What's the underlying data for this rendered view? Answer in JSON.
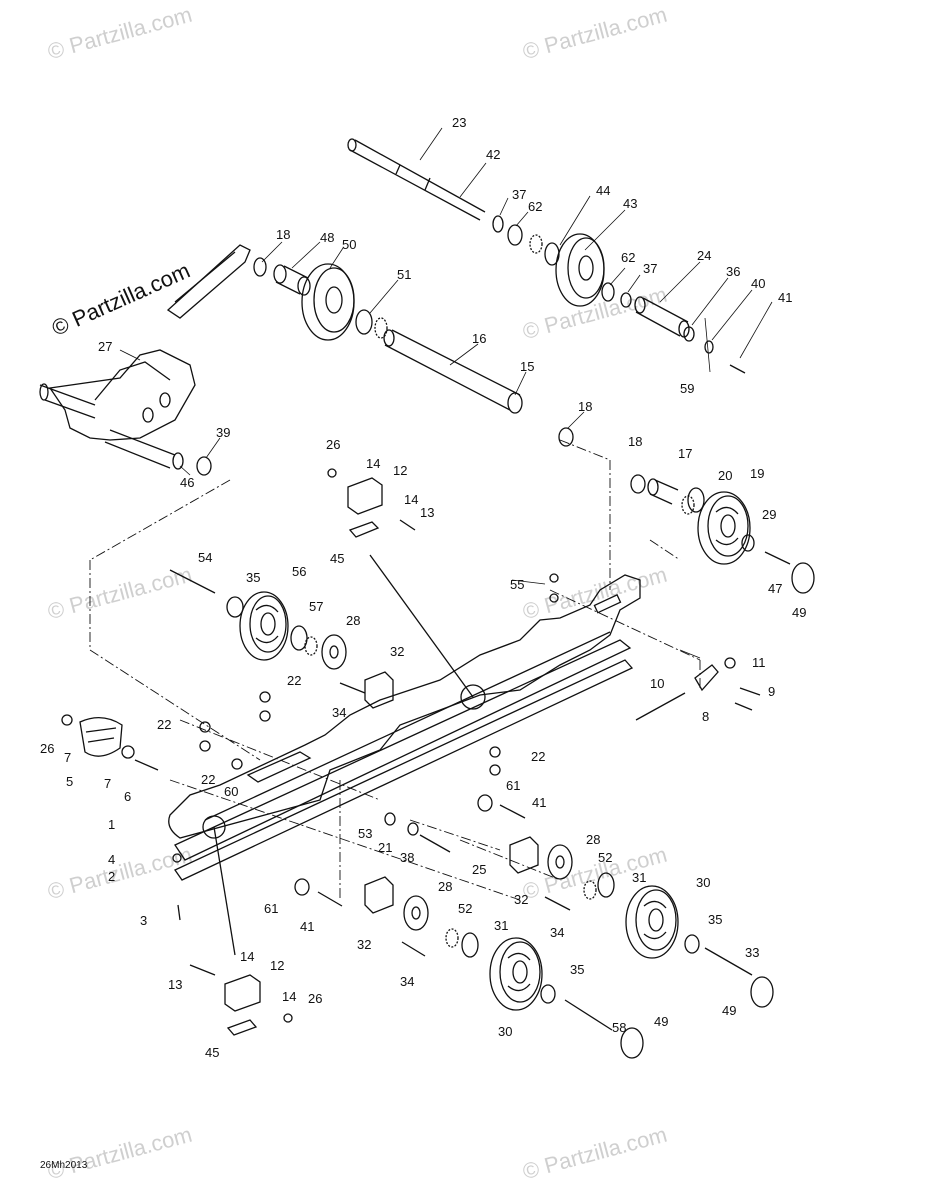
{
  "watermarks": {
    "brand": "© Partzilla.com",
    "repeat": "© Partzilla.com"
  },
  "diagram_code": "26Mh2013",
  "callouts": [
    {
      "id": "c1",
      "label": "1"
    },
    {
      "id": "c2",
      "label": "2"
    },
    {
      "id": "c3",
      "label": "3"
    },
    {
      "id": "c4",
      "label": "4"
    },
    {
      "id": "c5",
      "label": "5"
    },
    {
      "id": "c6",
      "label": "6"
    },
    {
      "id": "c7a",
      "label": "7"
    },
    {
      "id": "c7b",
      "label": "7"
    },
    {
      "id": "c8",
      "label": "8"
    },
    {
      "id": "c9",
      "label": "9"
    },
    {
      "id": "c10",
      "label": "10"
    },
    {
      "id": "c11",
      "label": "11"
    },
    {
      "id": "c12a",
      "label": "12"
    },
    {
      "id": "c12b",
      "label": "12"
    },
    {
      "id": "c13a",
      "label": "13"
    },
    {
      "id": "c13b",
      "label": "13"
    },
    {
      "id": "c14a",
      "label": "14"
    },
    {
      "id": "c14b",
      "label": "14"
    },
    {
      "id": "c14c",
      "label": "14"
    },
    {
      "id": "c14d",
      "label": "14"
    },
    {
      "id": "c15",
      "label": "15"
    },
    {
      "id": "c16",
      "label": "16"
    },
    {
      "id": "c17",
      "label": "17"
    },
    {
      "id": "c18a",
      "label": "18"
    },
    {
      "id": "c18b",
      "label": "18"
    },
    {
      "id": "c18c",
      "label": "18"
    },
    {
      "id": "c19",
      "label": "19"
    },
    {
      "id": "c20",
      "label": "20"
    },
    {
      "id": "c21",
      "label": "21"
    },
    {
      "id": "c22a",
      "label": "22"
    },
    {
      "id": "c22b",
      "label": "22"
    },
    {
      "id": "c22c",
      "label": "22"
    },
    {
      "id": "c22d",
      "label": "22"
    },
    {
      "id": "c23",
      "label": "23"
    },
    {
      "id": "c24",
      "label": "24"
    },
    {
      "id": "c25",
      "label": "25"
    },
    {
      "id": "c26a",
      "label": "26"
    },
    {
      "id": "c26b",
      "label": "26"
    },
    {
      "id": "c26c",
      "label": "26"
    },
    {
      "id": "c27",
      "label": "27"
    },
    {
      "id": "c28a",
      "label": "28"
    },
    {
      "id": "c28b",
      "label": "28"
    },
    {
      "id": "c28c",
      "label": "28"
    },
    {
      "id": "c29",
      "label": "29"
    },
    {
      "id": "c30a",
      "label": "30"
    },
    {
      "id": "c30b",
      "label": "30"
    },
    {
      "id": "c31a",
      "label": "31"
    },
    {
      "id": "c31b",
      "label": "31"
    },
    {
      "id": "c32a",
      "label": "32"
    },
    {
      "id": "c32b",
      "label": "32"
    },
    {
      "id": "c32c",
      "label": "32"
    },
    {
      "id": "c33",
      "label": "33"
    },
    {
      "id": "c34a",
      "label": "34"
    },
    {
      "id": "c34b",
      "label": "34"
    },
    {
      "id": "c34c",
      "label": "34"
    },
    {
      "id": "c35a",
      "label": "35"
    },
    {
      "id": "c35b",
      "label": "35"
    },
    {
      "id": "c35c",
      "label": "35"
    },
    {
      "id": "c36",
      "label": "36"
    },
    {
      "id": "c37a",
      "label": "37"
    },
    {
      "id": "c37b",
      "label": "37"
    },
    {
      "id": "c38",
      "label": "38"
    },
    {
      "id": "c39",
      "label": "39"
    },
    {
      "id": "c40",
      "label": "40"
    },
    {
      "id": "c41a",
      "label": "41"
    },
    {
      "id": "c41b",
      "label": "41"
    },
    {
      "id": "c41c",
      "label": "41"
    },
    {
      "id": "c42",
      "label": "42"
    },
    {
      "id": "c43",
      "label": "43"
    },
    {
      "id": "c44",
      "label": "44"
    },
    {
      "id": "c45a",
      "label": "45"
    },
    {
      "id": "c45b",
      "label": "45"
    },
    {
      "id": "c46",
      "label": "46"
    },
    {
      "id": "c47",
      "label": "47"
    },
    {
      "id": "c48",
      "label": "48"
    },
    {
      "id": "c49a",
      "label": "49"
    },
    {
      "id": "c49b",
      "label": "49"
    },
    {
      "id": "c50",
      "label": "50"
    },
    {
      "id": "c51",
      "label": "51"
    },
    {
      "id": "c52a",
      "label": "52"
    },
    {
      "id": "c52b",
      "label": "52"
    },
    {
      "id": "c53",
      "label": "53"
    },
    {
      "id": "c54",
      "label": "54"
    },
    {
      "id": "c55",
      "label": "55"
    },
    {
      "id": "c56",
      "label": "56"
    },
    {
      "id": "c57",
      "label": "57"
    },
    {
      "id": "c58",
      "label": "58"
    },
    {
      "id": "c59",
      "label": "59"
    },
    {
      "id": "c60",
      "label": "60"
    },
    {
      "id": "c61a",
      "label": "61"
    },
    {
      "id": "c61b",
      "label": "61"
    },
    {
      "id": "c62a",
      "label": "62"
    },
    {
      "id": "c62b",
      "label": "62"
    }
  ],
  "colors": {
    "line": "#111111",
    "watermark": "#cfcfcf",
    "background": "#ffffff"
  }
}
